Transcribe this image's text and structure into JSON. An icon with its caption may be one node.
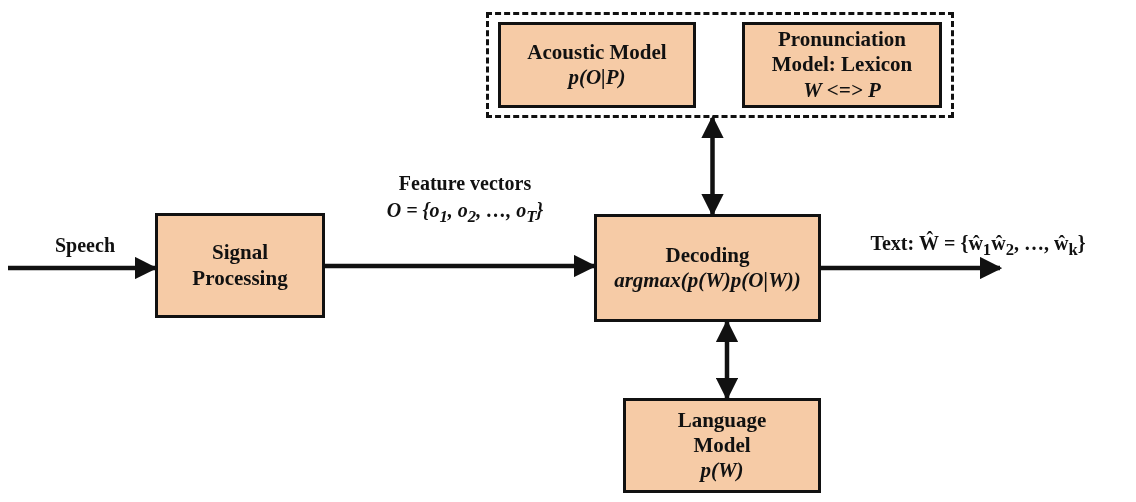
{
  "diagram": {
    "nodes": [
      {
        "text": [],
        "shape": "box"
      },
      {
        "text": [
          "Acoustic Model",
          "p(O|P)"
        ],
        "in": 0
      },
      {
        "text": [
          "Pronunciation Model: Lexicon",
          "W <=> P"
        ],
        "in": 0
      },
      {
        "text": [
          "Signal Processing"
        ]
      },
      {
        "text": [
          "Decoding",
          "argmax(p(W)p(O|W))"
        ]
      },
      {
        "text": [
          "Language Model",
          "p(W)"
        ]
      }
    ],
    "edges": [
      {
        "from": null,
        "to": 3,
        "arrow": "to",
        "label": "Speech"
      },
      {
        "from": 3,
        "to": 4,
        "arrow": "to",
        "label": "Feature vectors"
      },
      {
        "from": 4,
        "to": null,
        "arrow": "to",
        "label": "Text: Ŵ = {ŵ$_{1}$ŵ$_{2}$, …, ŵ$_{k}$}"
      },
      {
        "from": 4,
        "to": 0,
        "arrow": "both"
      },
      {
        "from": 4,
        "to": 5,
        "arrow": "both"
      }
    ],
    "labels": [
      "O = {o$_{1}$, o$_{2}$, …, o$_{T}$}"
    ]
  }
}
